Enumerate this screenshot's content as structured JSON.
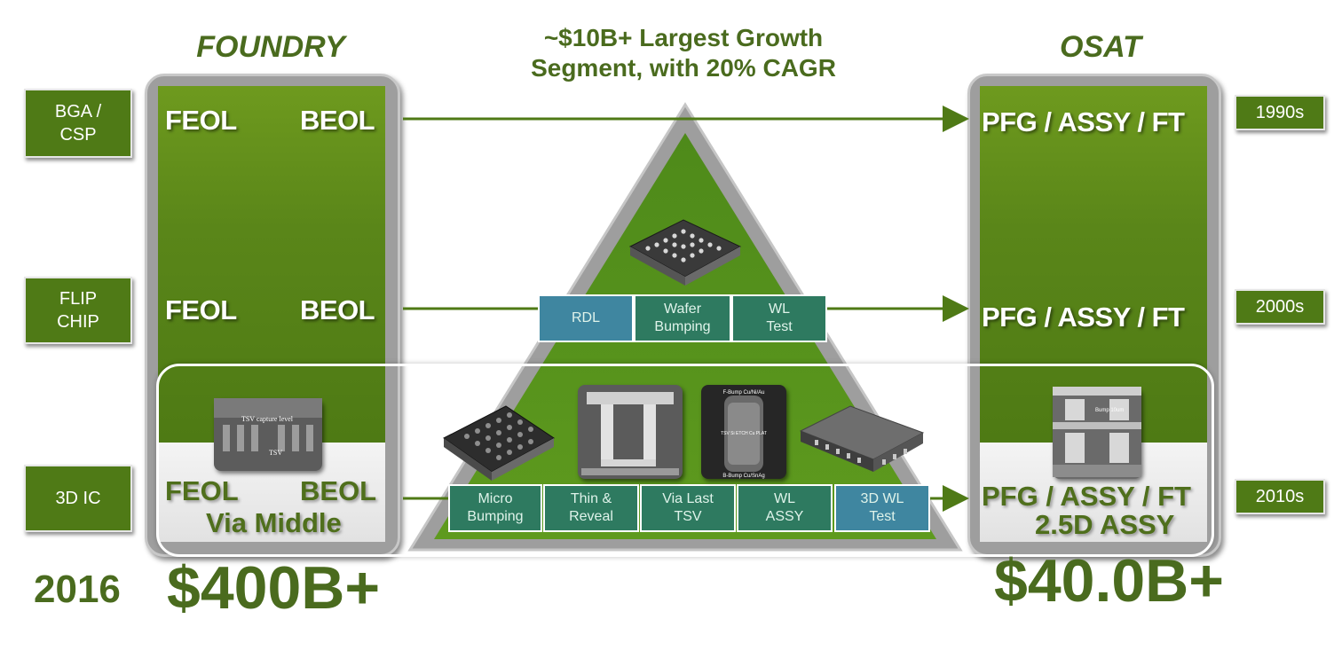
{
  "headings": {
    "foundry": "FOUNDRY",
    "osat": "OSAT",
    "center_line1": "~$10B+ Largest Growth",
    "center_line2": "Segment, with 20% CAGR"
  },
  "left_eras": [
    "BGA / CSP",
    "FLIP CHIP",
    "3D IC"
  ],
  "left_era_lines": [
    [
      "BGA /",
      "CSP"
    ],
    [
      "FLIP",
      "CHIP"
    ],
    [
      "3D IC"
    ]
  ],
  "right_eras": [
    "1990s",
    "2000s",
    "2010s"
  ],
  "foundry_rows": [
    {
      "feol": "FEOL",
      "beol": "BEOL"
    },
    {
      "feol": "FEOL",
      "beol": "BEOL"
    },
    {
      "feol": "FEOL",
      "beol": "BEOL",
      "extra": "Via Middle"
    }
  ],
  "osat_rows": [
    {
      "label": "PFG / ASSY / FT"
    },
    {
      "label": "PFG / ASSY / FT"
    },
    {
      "label": "PFG / ASSY / FT",
      "extra": "2.5D ASSY"
    }
  ],
  "middle_row_boxes": [
    {
      "lines": [
        "RDL"
      ]
    },
    {
      "lines": [
        "Wafer",
        "Bumping"
      ]
    },
    {
      "lines": [
        "WL",
        "Test"
      ]
    }
  ],
  "bottom_row_boxes": [
    {
      "lines": [
        "Micro",
        "Bumping"
      ]
    },
    {
      "lines": [
        "Thin &",
        "Reveal"
      ]
    },
    {
      "lines": [
        "Via Last",
        "TSV"
      ]
    },
    {
      "lines": [
        "WL",
        "ASSY"
      ]
    },
    {
      "lines": [
        "3D WL",
        "Test"
      ]
    }
  ],
  "photo_labels": {
    "tsv_capture": "TSV capture level",
    "tsv": "TSV",
    "fbump": "F-Bump Cu/Ni/Au",
    "tsv_etch": "TSV Si ETCH Cu PLAT",
    "bbump": "B-Bump Cu/SnAg",
    "bump_right": "Bump 10um"
  },
  "footer": {
    "year": "2016",
    "foundry_value": "$400B+",
    "osat_value": "$40.0B+"
  },
  "colors": {
    "green_dark": "#4a6b1e",
    "green_panel": "#5a8619",
    "teal_box": "#2e7a60",
    "grey_frame": "#9e9e9e"
  }
}
